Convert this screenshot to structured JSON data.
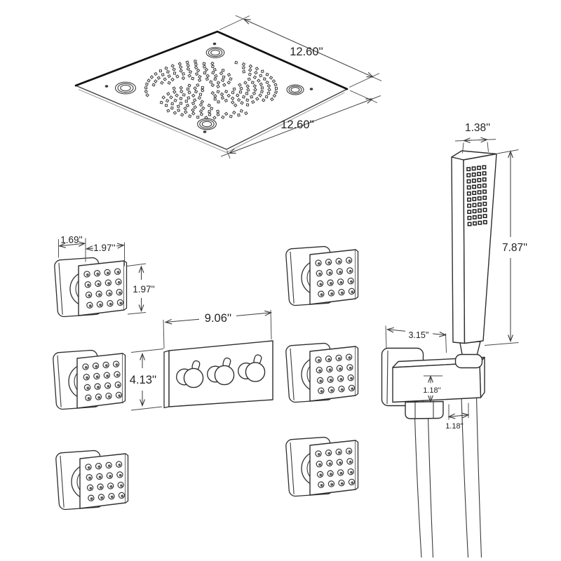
{
  "page": {
    "background": "#ffffff",
    "line_color": "#3a3a3a",
    "description": "Shower system dimension diagram"
  },
  "dimensions": {
    "shower_head": {
      "width": "12.60''",
      "depth": "12.60''"
    },
    "hand_shower": {
      "width": "1.38''",
      "height": "7.87''"
    },
    "holder": {
      "width": "3.15''",
      "height": "1.18''",
      "outlet": "1.18''"
    },
    "body_jet": {
      "depth": "1.69''",
      "width": "1.97''",
      "height": "1.97''"
    },
    "mixer_valve": {
      "width": "9.06''",
      "height": "4.13''"
    }
  },
  "components": {
    "body_jet_count": 6,
    "valve_knob_count": 3
  }
}
